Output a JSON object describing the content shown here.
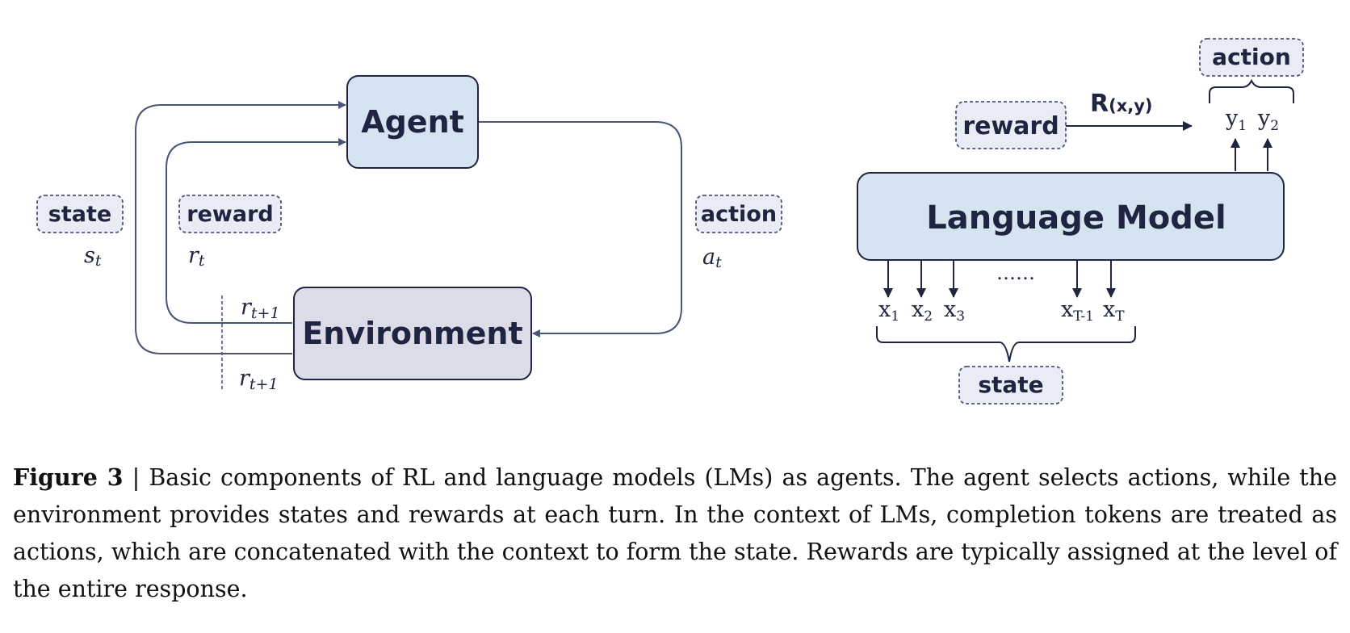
{
  "left_diagram": {
    "agent_label": "Agent",
    "environment_label": "Environment",
    "state_tag": "state",
    "reward_tag": "reward",
    "action_tag": "action",
    "state_symbol": "s",
    "state_sub": "t",
    "reward_symbol": "r",
    "reward_sub": "t",
    "action_symbol": "a",
    "action_sub": "t",
    "next_reward_top": "r",
    "next_reward_top_sub": "t+1",
    "next_reward_bottom": "r",
    "next_reward_bottom_sub": "t+1"
  },
  "right_diagram": {
    "model_label": "Language Model",
    "reward_tag": "reward",
    "reward_function": "R",
    "reward_args": "(x,y)",
    "action_tag": "action",
    "state_tag": "state",
    "outputs": [
      {
        "base": "y",
        "sub": "1"
      },
      {
        "base": "y",
        "sub": "2"
      }
    ],
    "inputs": [
      {
        "base": "x",
        "sub": "1"
      },
      {
        "base": "x",
        "sub": "2"
      },
      {
        "base": "x",
        "sub": "3"
      },
      {
        "base": "x",
        "sub": "T-1"
      },
      {
        "base": "x",
        "sub": "T"
      }
    ],
    "ellipsis": "……"
  },
  "caption": {
    "label": "Figure 3",
    "separator": " | ",
    "text": "Basic components of RL and language models (LMs) as agents. The agent selects actions, while the environment provides states and rewards at each turn. In the context of LMs, completion tokens are treated as actions, which are concatenated with the context to form the state. Rewards are typically assigned at the level of the entire response."
  },
  "colors": {
    "agent_fill": "#d6e3f0",
    "environment_fill": "#dcdbe8",
    "tag_fill": "#e9ebf5",
    "model_fill": "#d6e3f0",
    "line": "#4a5578",
    "ink": "#1f2440"
  }
}
